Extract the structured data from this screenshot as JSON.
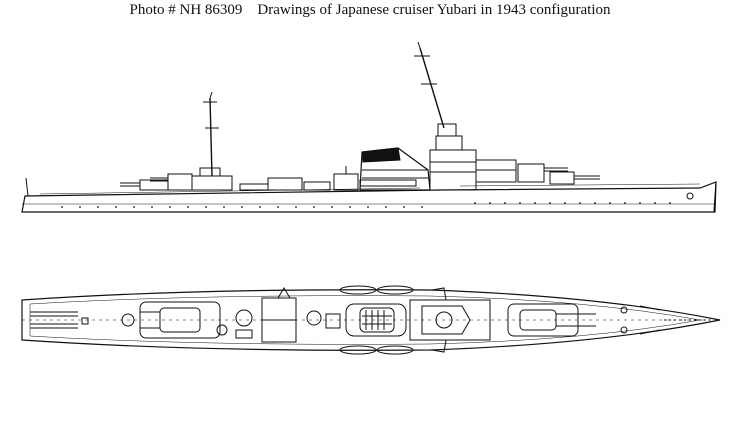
{
  "caption": {
    "label": "Photo #",
    "number": "NH 86309",
    "title": "Drawings of Japanese cruiser Yubari in 1943 configuration"
  },
  "drawings": {
    "profile_view": "side-elevation-drawing",
    "plan_view": "deck-plan-drawing"
  },
  "colors": {
    "background": "#ffffff",
    "ink": "#111111"
  }
}
